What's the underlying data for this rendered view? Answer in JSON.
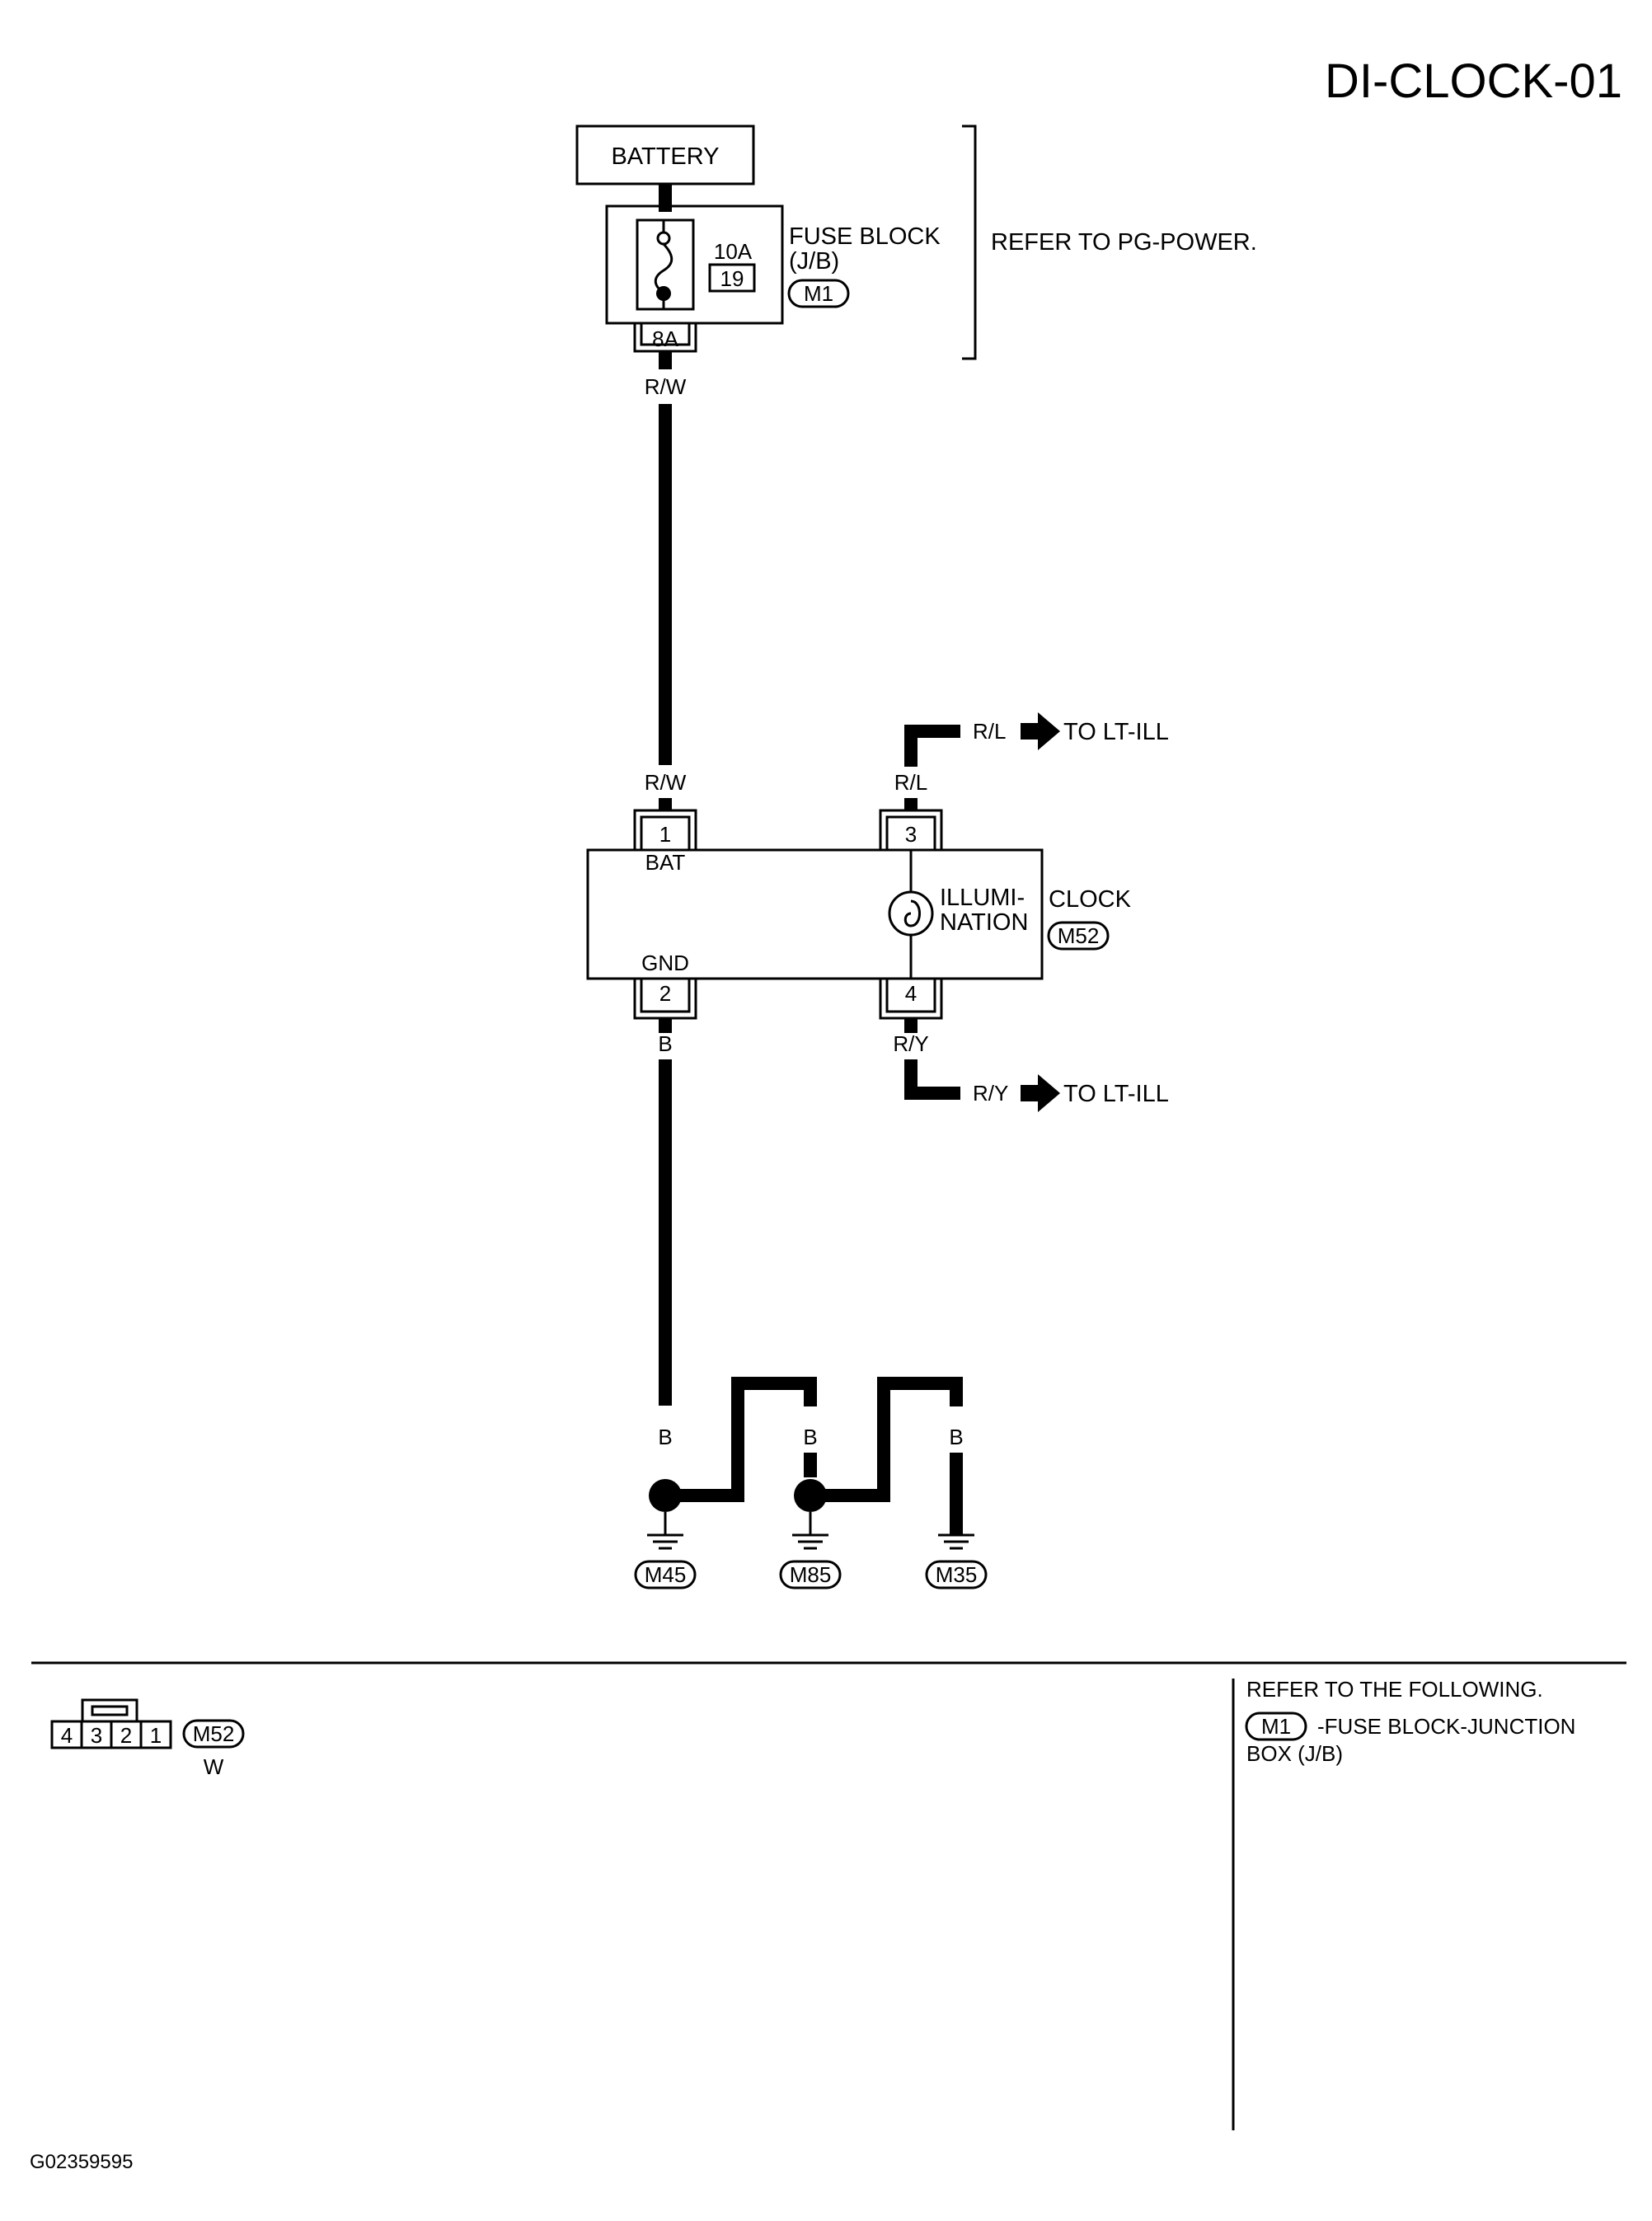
{
  "title": "DI-CLOCK-01",
  "battery_label": "BATTERY",
  "fuse": {
    "amp": "10A",
    "number": "19",
    "block_label_line1": "FUSE BLOCK",
    "block_label_line2": "(J/B)",
    "connector": "M1",
    "terminal": "8A"
  },
  "refer_power": "REFER TO PG-POWER.",
  "wires": {
    "battery_feed": "R/W",
    "clock_in": "R/W",
    "illum_in_top": "R/L",
    "illum_in": "R/L",
    "illum_out": "R/Y",
    "illum_out_bottom": "R/Y",
    "ground_main": "B",
    "ground_g1": "B",
    "ground_g2a": "B",
    "ground_g2b": "B",
    "ground_g3": "B",
    "ground_g3b": "B"
  },
  "to_lt_ill_top": "TO LT-ILL",
  "to_lt_ill_bottom": "TO LT-ILL",
  "clock": {
    "label": "CLOCK",
    "connector": "M52",
    "pin1": "1",
    "pin2": "2",
    "pin3": "3",
    "pin4": "4",
    "bat": "BAT",
    "gnd": "GND",
    "illum_line1": "ILLUMI-",
    "illum_line2": "NATION"
  },
  "grounds": [
    "M45",
    "M85",
    "M35"
  ],
  "connector_face": {
    "pins": [
      "4",
      "3",
      "2",
      "1"
    ],
    "id": "M52",
    "color": "W"
  },
  "refer_following": {
    "heading": "REFER TO THE FOLLOWING.",
    "connector": "M1",
    "desc_line1": "-FUSE BLOCK-JUNCTION",
    "desc_line2": "BOX (J/B)"
  },
  "code": "G02359595"
}
